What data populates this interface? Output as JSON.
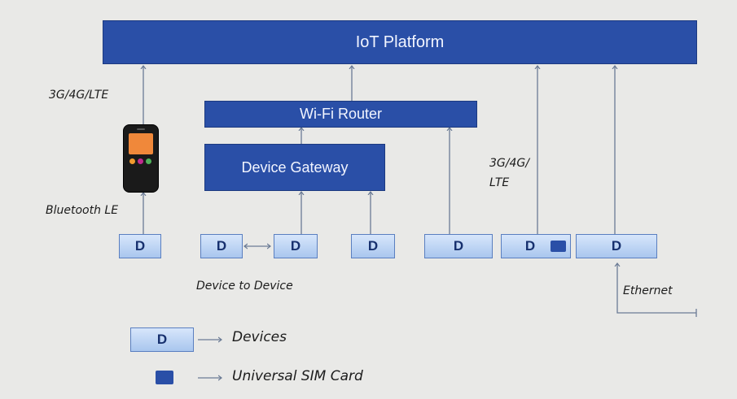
{
  "platform": "IoT Platform",
  "router": "Wi-Fi Router",
  "gateway": "Device Gateway",
  "device_letter": "D",
  "labels": {
    "cell_left": "3G/4G/LTE",
    "bluetooth": "Bluetooth LE",
    "d2d": "Device to Device",
    "cell_right_1": "3G/4G/",
    "cell_right_2": "LTE",
    "ethernet": "Ethernet"
  },
  "legend": {
    "device_desc": "Devices",
    "sim_desc": "Universal SIM Card"
  },
  "colors": {
    "background": "#e9e9e7",
    "block_fill": "#2a4fa7",
    "device_fill_top": "#d7e6fb",
    "device_fill_bottom": "#a9c6ee",
    "sim_card": "#2a4fa7",
    "phone_screen": "#f0883a"
  }
}
